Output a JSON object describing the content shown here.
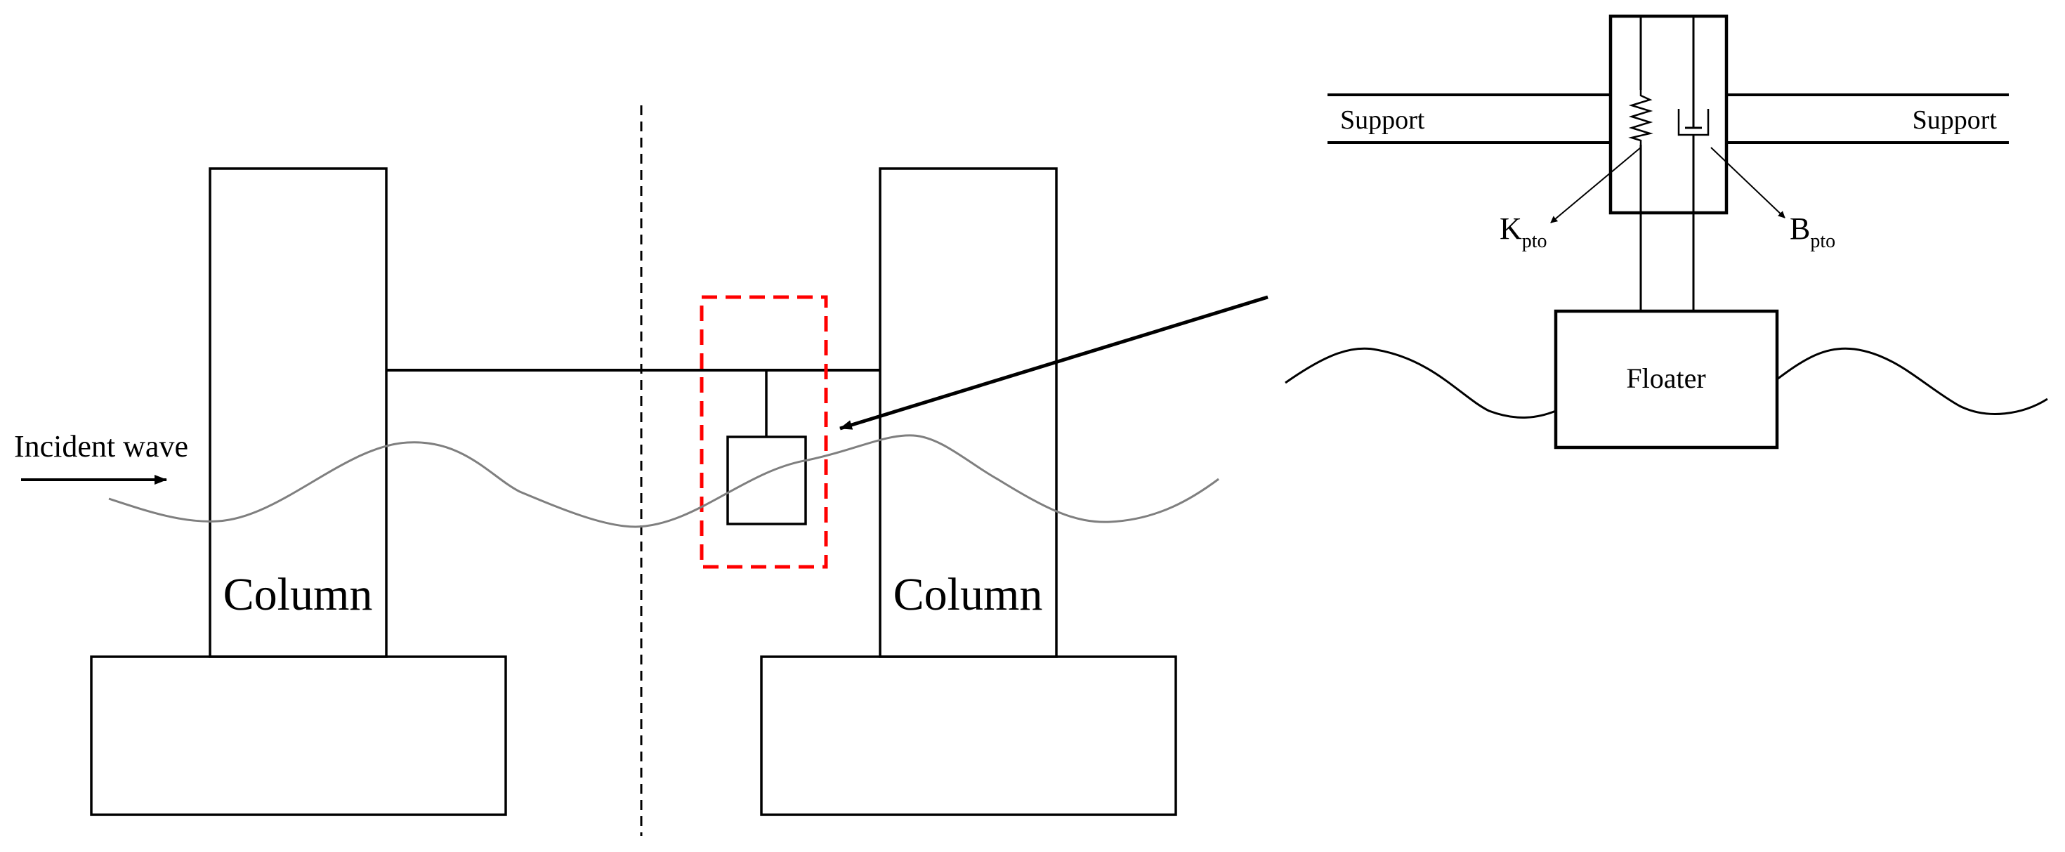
{
  "labels": {
    "incident_wave": "Incident wave",
    "column_left": "Column",
    "column_right": "Column",
    "support_left": "Support",
    "support_right": "Support",
    "floater": "Floater",
    "k_main": "K",
    "k_sub": "pto",
    "b_main": "B",
    "b_sub": "pto"
  },
  "colors": {
    "line": "#000000",
    "wave_left": "#7f7f7f",
    "highlight": "#ff0000",
    "background": "#ffffff"
  }
}
